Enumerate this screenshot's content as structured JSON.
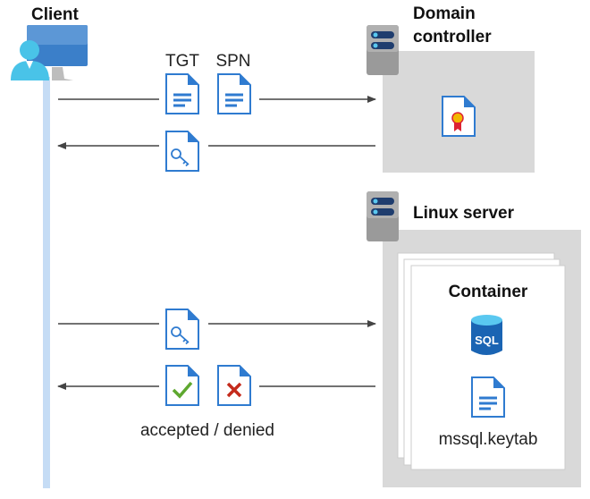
{
  "client": {
    "title": "Client"
  },
  "domain_controller": {
    "title_line1": "Domain",
    "title_line2": "controller"
  },
  "linux_server": {
    "title": "Linux server"
  },
  "container": {
    "title": "Container",
    "sql_label": "SQL",
    "keytab_label": "mssql.keytab"
  },
  "messages": {
    "tgt_label": "TGT",
    "spn_label": "SPN",
    "result_label": "accepted / denied"
  },
  "colors": {
    "lifeline": "#c5dcf5",
    "box_gray": "#d9d9d9",
    "doc_blue": "#2f7bd0",
    "check_green": "#5ea82f",
    "deny_red": "#c42b1c"
  }
}
